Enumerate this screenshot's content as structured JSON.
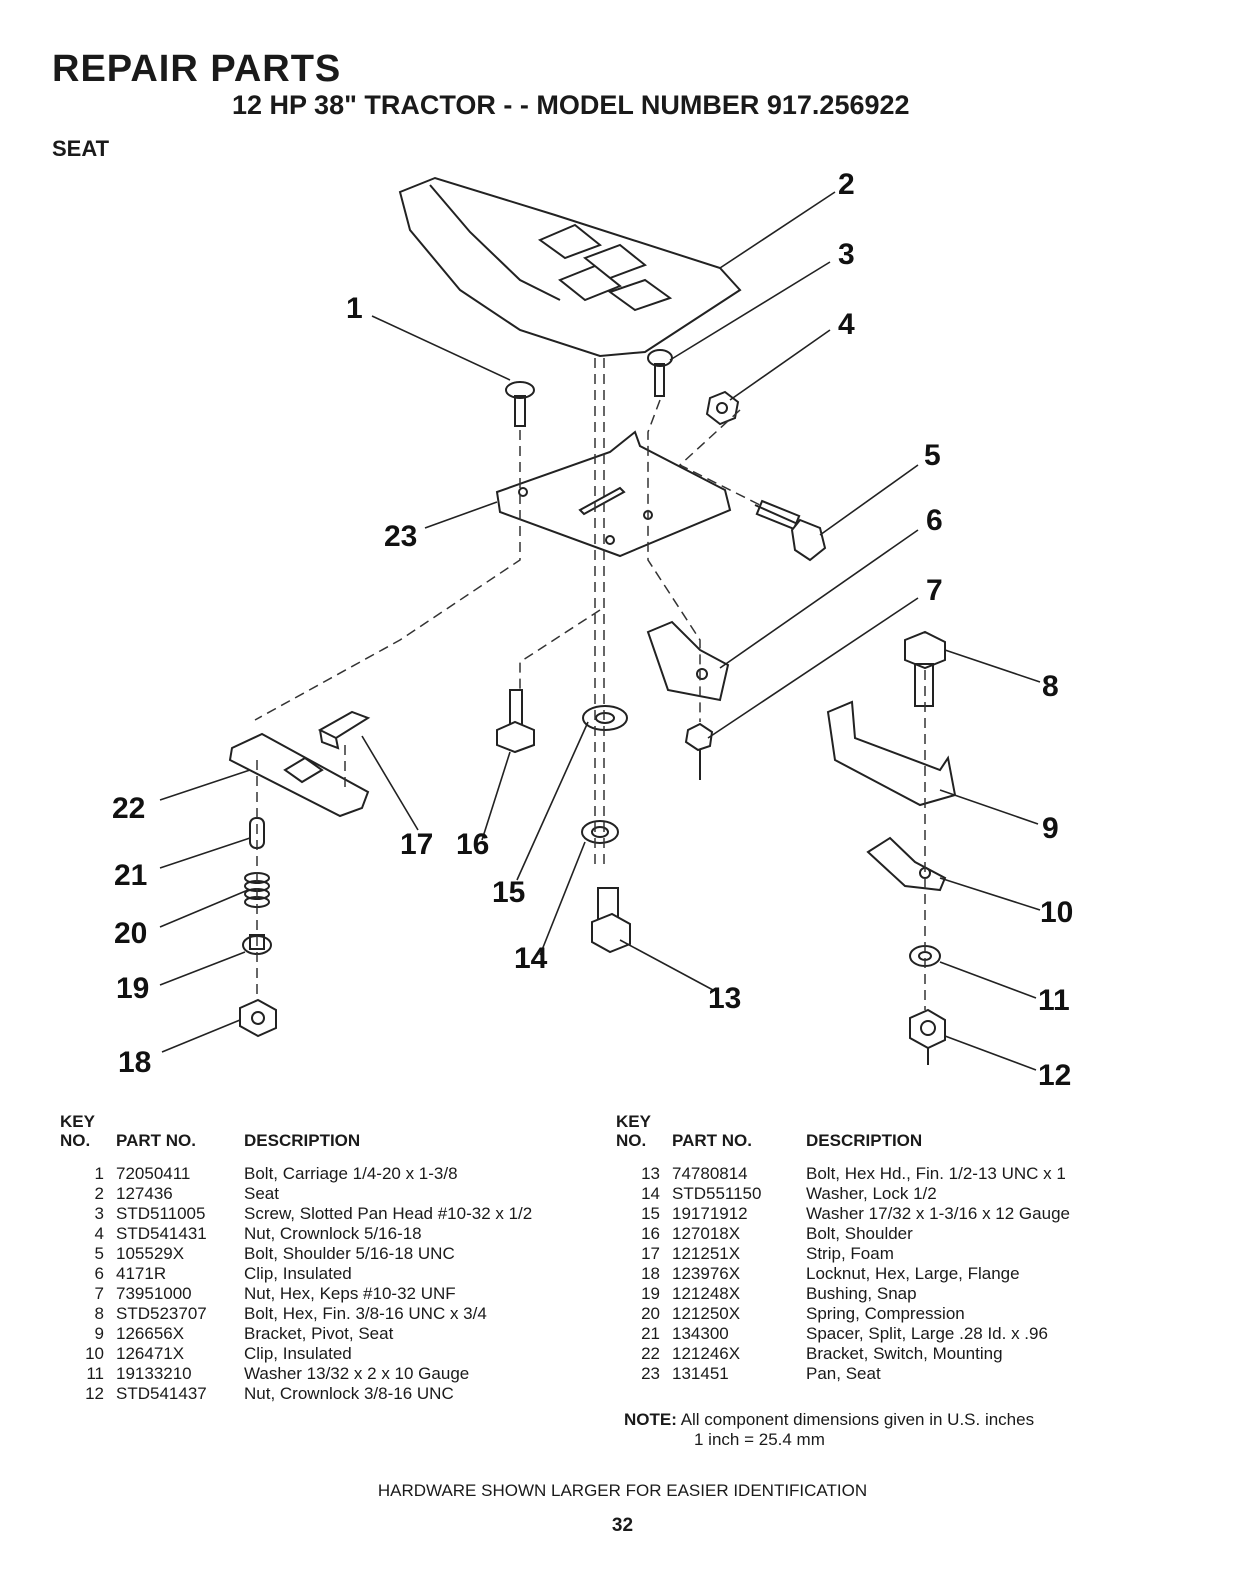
{
  "title": "REPAIR PARTS",
  "subtitle": "12 HP 38\" TRACTOR - - MODEL NUMBER 917.256922",
  "section": "SEAT",
  "callouts": [
    "1",
    "2",
    "3",
    "4",
    "5",
    "6",
    "7",
    "8",
    "9",
    "10",
    "11",
    "12",
    "13",
    "14",
    "15",
    "16",
    "17",
    "18",
    "19",
    "20",
    "21",
    "22",
    "23"
  ],
  "table_headers": {
    "key": "KEY NO.",
    "part": "PART NO.",
    "description": "DESCRIPTION"
  },
  "parts_left": [
    {
      "key": "1",
      "part": "72050411",
      "desc": "Bolt, Carriage  1/4-20 x 1-3/8"
    },
    {
      "key": "2",
      "part": "127436",
      "desc": "Seat"
    },
    {
      "key": "3",
      "part": "STD511005",
      "desc": "Screw, Slotted Pan Head #10-32 x 1/2"
    },
    {
      "key": "4",
      "part": "STD541431",
      "desc": "Nut, Crownlock  5/16-18"
    },
    {
      "key": "5",
      "part": "105529X",
      "desc": "Bolt, Shoulder  5/16-18 UNC"
    },
    {
      "key": "6",
      "part": "4171R",
      "desc": "Clip, Insulated"
    },
    {
      "key": "7",
      "part": "73951000",
      "desc": "Nut, Hex, Keps  #10-32 UNF"
    },
    {
      "key": "8",
      "part": "STD523707",
      "desc": "Bolt, Hex, Fin.  3/8-16 UNC x 3/4"
    },
    {
      "key": "9",
      "part": "126656X",
      "desc": "Bracket, Pivot, Seat"
    },
    {
      "key": "10",
      "part": "126471X",
      "desc": "Clip, Insulated"
    },
    {
      "key": "11",
      "part": "19133210",
      "desc": "Washer  13/32 x 2 x 10 Gauge"
    },
    {
      "key": "12",
      "part": "STD541437",
      "desc": "Nut, Crownlock  3/8-16 UNC"
    }
  ],
  "parts_right": [
    {
      "key": "13",
      "part": "74780814",
      "desc": "Bolt, Hex Hd., Fin.  1/2-13 UNC x 1"
    },
    {
      "key": "14",
      "part": "STD551150",
      "desc": "Washer, Lock  1/2"
    },
    {
      "key": "15",
      "part": "19171912",
      "desc": "Washer  17/32 x 1-3/16 x 12 Gauge"
    },
    {
      "key": "16",
      "part": "127018X",
      "desc": "Bolt, Shoulder"
    },
    {
      "key": "17",
      "part": "121251X",
      "desc": "Strip, Foam"
    },
    {
      "key": "18",
      "part": "123976X",
      "desc": "Locknut, Hex, Large, Flange"
    },
    {
      "key": "19",
      "part": "121248X",
      "desc": "Bushing, Snap"
    },
    {
      "key": "20",
      "part": "121250X",
      "desc": "Spring, Compression"
    },
    {
      "key": "21",
      "part": "134300",
      "desc": "Spacer, Split, Large  .28 Id. x .96"
    },
    {
      "key": "22",
      "part": "121246X",
      "desc": "Bracket, Switch, Mounting"
    },
    {
      "key": "23",
      "part": "131451",
      "desc": "Pan, Seat"
    }
  ],
  "note_label": "NOTE:",
  "note_text": "All component dimensions given in U.S. inches",
  "note_conversion": "1 inch = 25.4 mm",
  "footer": "HARDWARE SHOWN LARGER FOR EASIER IDENTIFICATION",
  "page_number": "32"
}
